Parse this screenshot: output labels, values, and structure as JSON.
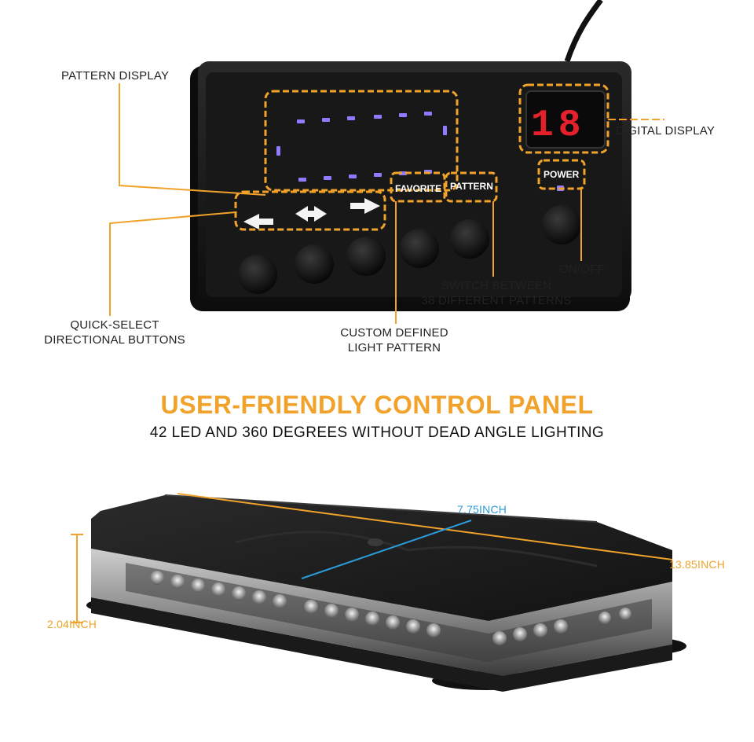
{
  "colors": {
    "accent": "#f0a22a",
    "dimension_blue": "#2b9bd8",
    "panel_black": "#151515",
    "led_purple": "#8d7cff",
    "digit_red": "#e4202a"
  },
  "control_panel": {
    "digit_readout": "18",
    "button_labels": {
      "favorite": "FAVORITE",
      "pattern": "PATTERN",
      "power": "POWER"
    }
  },
  "callouts": {
    "pattern_display": "PATTERN DISPLAY",
    "digital_display": "DIGITAL DISPLAY",
    "on_off": "ON/OFF",
    "switch_patterns_line1": "SWITCH BETWEEN",
    "switch_patterns_line2": "38 DIFFERENT PATTERNS",
    "directional_line1": "QUICK-SELECT",
    "directional_line2": "DIRECTIONAL BUTTONS",
    "custom_line1": "CUSTOM DEFINED",
    "custom_line2": "LIGHT PATTERN"
  },
  "headline": "USER-FRIENDLY CONTROL PANEL",
  "subheadline": "42 LED AND 360 DEGREES WITHOUT DEAD ANGLE LIGHTING",
  "dimensions": {
    "width": "7.75INCH",
    "length": "13.85INCH",
    "height": "2.04INCH"
  }
}
